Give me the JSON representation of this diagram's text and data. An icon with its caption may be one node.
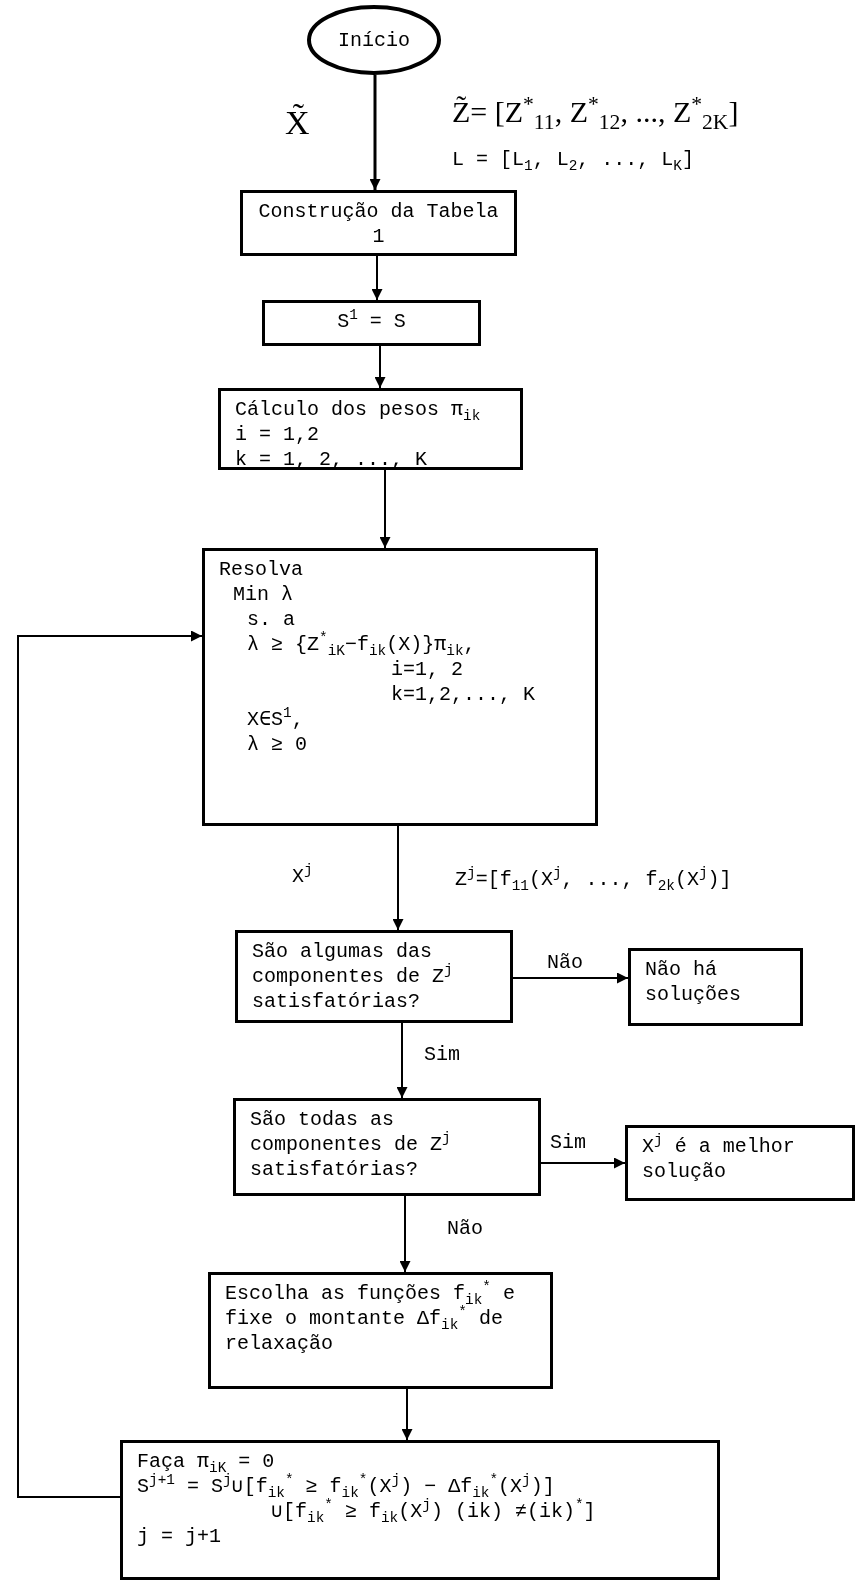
{
  "diagram": {
    "nodes": [
      {
        "text": [
          "Início"
        ]
      },
      {
        "text": [
          "Construção da Tabela 1"
        ]
      },
      {
        "text": [
          "S$^{1}$ = S"
        ]
      },
      {
        "text": [
          "Cálculo dos pesos π$_{ik}$",
          "i = 1,2",
          "k = 1, 2, ..., K"
        ]
      },
      {
        "text": [
          "Resolva",
          "Min λ",
          "s. a",
          "λ ≥ {Z$^{*}$$_{iK}$−f$_{ik}$(X)}π$_{ik}$,",
          "i=1, 2",
          "k=1,2,..., K",
          "X∈S$^{1}$,",
          "λ ≥ 0"
        ]
      },
      {
        "text": [
          "São algumas das componentes de Z$^{j}$ satisfatórias?"
        ]
      },
      {
        "text": [
          "Não há soluções"
        ]
      },
      {
        "text": [
          "São todas as componentes de Z$^{j}$ satisfatórias?"
        ]
      },
      {
        "text": [
          "X$^{j}$ é a melhor solução"
        ]
      },
      {
        "text": [
          "Escolha as funções f$_{ik}$$^{*}$ e fixe o montante Δf$_{ik}$$^{*}$ de relaxação"
        ]
      },
      {
        "text": [
          "Faça π$_{iK}$ = 0",
          "S$^{j+1}$ = S$^{j}$∪[f$_{ik}$$^{*}$ ≥ f$_{ik}$$^{*}$(X$^{j}$) − Δf$_{ik}$$^{*}$(X$^{j}$)]",
          "∪[f$_{ik}$$^{*}$ ≥ f$_{ik}$(X$^{j}$) (ik) ≠(ik)$^{*}$]",
          "j = j+1"
        ]
      }
    ],
    "edges": [
      {
        "from": 0,
        "to": 1,
        "arrow": "to",
        "label": "X̃"
      },
      {
        "from": 1,
        "to": 2,
        "arrow": "to"
      },
      {
        "from": 2,
        "to": 3,
        "arrow": "to"
      },
      {
        "from": 3,
        "to": 4,
        "arrow": "to"
      },
      {
        "from": 4,
        "to": 5,
        "arrow": "to",
        "label": "X$^{j}$"
      },
      {
        "from": 5,
        "to": 6,
        "arrow": "to",
        "label": "Não"
      },
      {
        "from": 5,
        "to": 7,
        "arrow": "to",
        "label": "Sim"
      },
      {
        "from": 7,
        "to": 8,
        "arrow": "to",
        "label": "Sim"
      },
      {
        "from": 7,
        "to": 9,
        "arrow": "to",
        "label": "Não"
      },
      {
        "from": 9,
        "to": 10,
        "arrow": "to"
      },
      {
        "from": 10,
        "to": 4,
        "arrow": "to"
      }
    ],
    "labels": [
      "Z̃= [Z$^{*}$$_{11}$, Z$^{*}$$_{12}$, ..., Z$^{*}$$_{2K}$]",
      "L = [L$_{1}$, L$_{2}$, ..., L$_{K}$]",
      "Z$^{j}$=[f$_{11}$(X$^{j}$, ..., f$_{2k}$(X$^{j}$)]"
    ]
  }
}
